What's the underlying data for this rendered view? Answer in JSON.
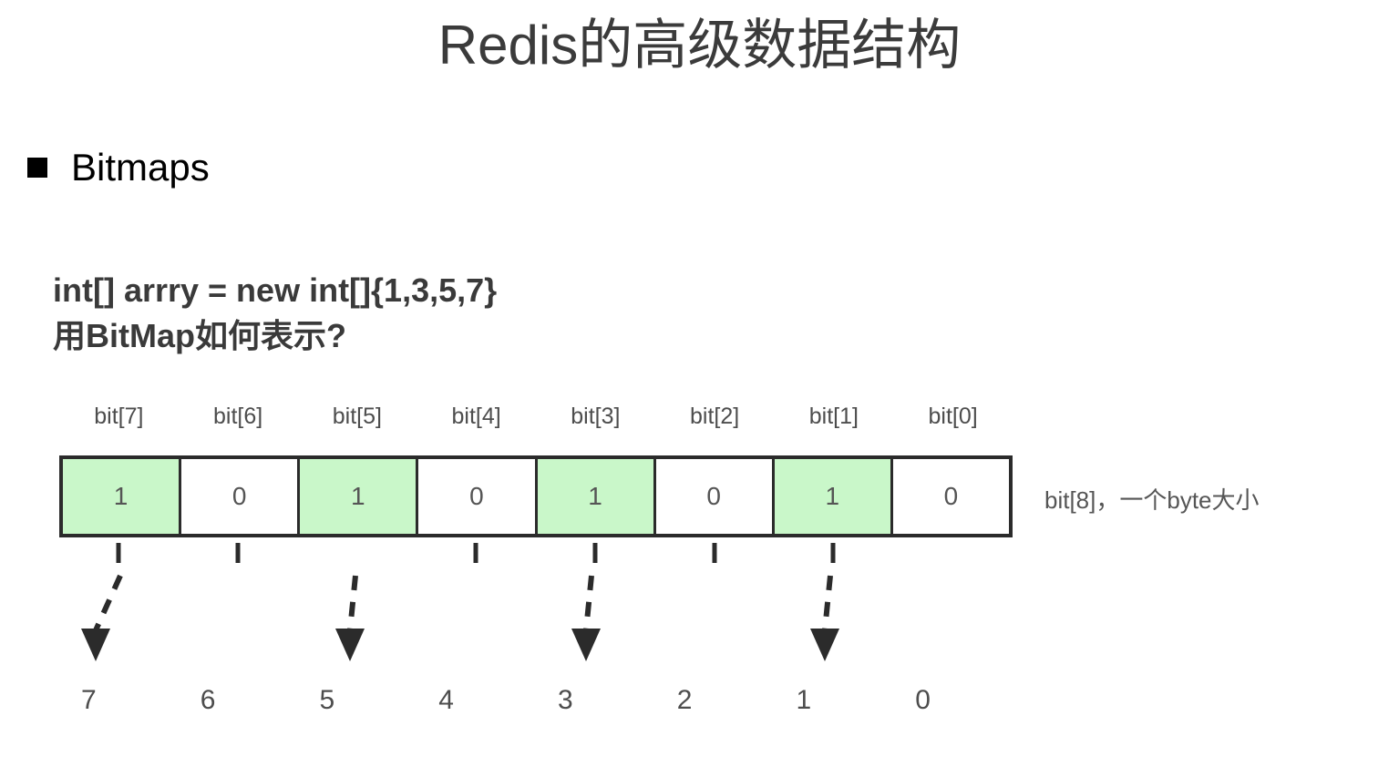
{
  "slide": {
    "title": "Redis的高级数据结构",
    "title_color": "#3b3b3b",
    "background": "#ffffff"
  },
  "bullet": {
    "marker": "square-bullet-icon",
    "label": "Bitmaps"
  },
  "code": {
    "line1": "int[] arrry = new int[]{1,3,5,7}",
    "line2": "用BitMap如何表示?"
  },
  "diagram": {
    "bit_labels": [
      "bit[7]",
      "bit[6]",
      "bit[5]",
      "bit[4]",
      "bit[3]",
      "bit[2]",
      "bit[1]",
      "bit[0]"
    ],
    "bit_values": [
      "1",
      "0",
      "1",
      "0",
      "1",
      "0",
      "1",
      "0"
    ],
    "bit_on_flags": [
      true,
      false,
      true,
      false,
      true,
      false,
      true,
      false
    ],
    "index_numbers": [
      "7",
      "6",
      "5",
      "4",
      "3",
      "2",
      "1",
      "0"
    ],
    "arrow_targets": [
      "7",
      "5",
      "3",
      "1"
    ],
    "annotation": "bit[8]，一个byte大小",
    "colors": {
      "cell_on": "#c9f7c9",
      "cell_off": "#ffffff",
      "border": "#2b2b2b",
      "text": "#555555",
      "arrow": "#2b2b2b"
    }
  }
}
